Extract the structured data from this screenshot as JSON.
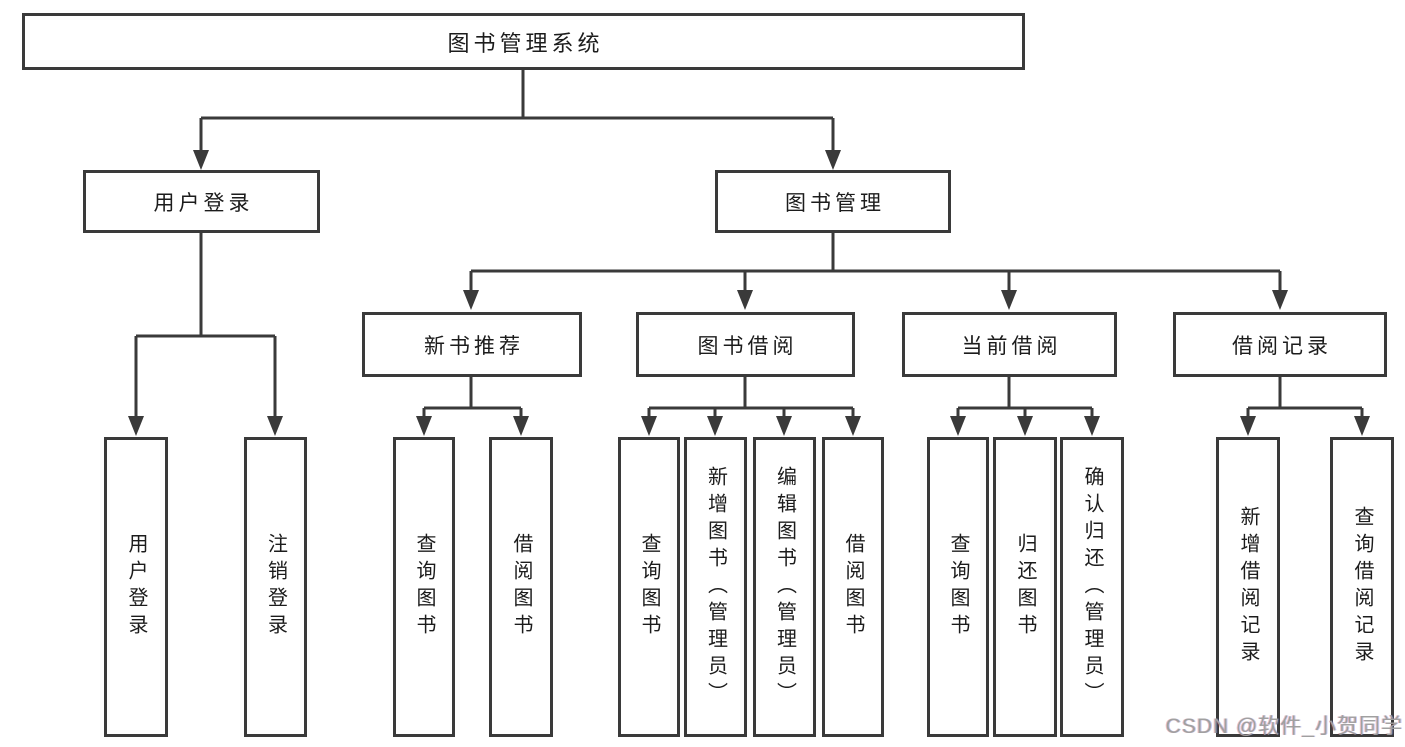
{
  "colors": {
    "line": "#3a3a3a",
    "box_border": "#3a3a3a",
    "text": "#1c1c1c",
    "watermark_text": "#a0a0a0",
    "background": "#ffffff"
  },
  "diagram": {
    "root": {
      "label": "图书管理系统"
    },
    "branches": [
      {
        "label": "用户登录",
        "children": [
          {
            "label": "用户登录"
          },
          {
            "label": "注销登录"
          }
        ]
      },
      {
        "label": "图书管理",
        "children": [
          {
            "label": "新书推荐",
            "children": [
              {
                "label": "查询图书"
              },
              {
                "label": "借阅图书"
              }
            ]
          },
          {
            "label": "图书借阅",
            "children": [
              {
                "label": "查询图书"
              },
              {
                "label": "新增图书（管理员）"
              },
              {
                "label": "编辑图书（管理员）"
              },
              {
                "label": "借阅图书"
              }
            ]
          },
          {
            "label": "当前借阅",
            "children": [
              {
                "label": "查询图书"
              },
              {
                "label": "归还图书"
              },
              {
                "label": "确认归还（管理员）"
              }
            ]
          },
          {
            "label": "借阅记录",
            "children": [
              {
                "label": "新增借阅记录"
              },
              {
                "label": "查询借阅记录"
              }
            ]
          }
        ]
      }
    ],
    "watermark": "CSDN @软件_小贺同学"
  }
}
